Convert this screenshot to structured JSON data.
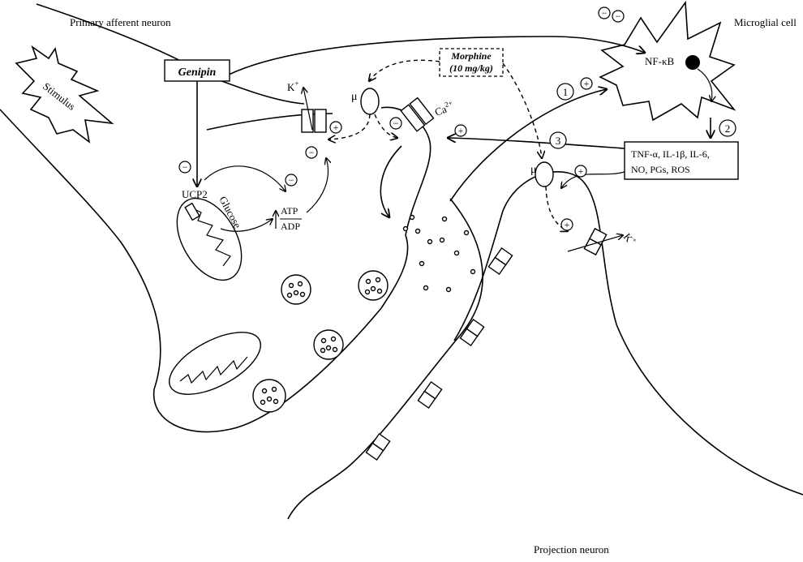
{
  "labels": {
    "primary_afferent_neuron": "Primary afferent neuron",
    "microglial_cell": "Microglial cell",
    "projection_neuron": "Projection neuron",
    "stimulus": "Stimulus",
    "genipin": "Genipin",
    "morphine_line1": "Morphine",
    "morphine_line2": "(10 mg/kg)",
    "nf_kb": "NF-κB",
    "ucp2": "UCP2",
    "glucose": "Glucose",
    "atp": "ATP",
    "adp": "ADP",
    "mu": "μ",
    "k_plus_base": "K",
    "ca_base": "Ca",
    "ca_sup": "2+",
    "plus_sup": "+",
    "cytokines_line1": "TNF-α,  IL-1β,  IL-6,",
    "cytokines_line2": "NO, PGs, ROS",
    "step1": "1",
    "step2": "2",
    "step3": "3",
    "plus": "+",
    "minus": "−"
  }
}
